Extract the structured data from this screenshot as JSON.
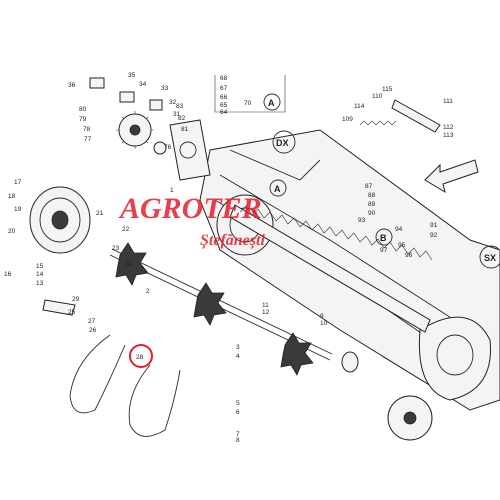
{
  "watermark": {
    "line1": "AGROTER",
    "line2": "Ştefăneşti",
    "color": "#e41e2b"
  },
  "callouts": {
    "A": "A",
    "B": "B",
    "DX": "DX",
    "SX": "SX"
  },
  "highlight_color": "#e41e2b",
  "part_numbers": [
    "36",
    "35",
    "34",
    "33",
    "32",
    "31",
    "80",
    "79",
    "78",
    "77",
    "76",
    "83",
    "82",
    "81",
    "68",
    "67",
    "66",
    "65",
    "64",
    "70",
    "110",
    "111",
    "114",
    "109",
    "112",
    "113",
    "115",
    "17",
    "18",
    "19",
    "20",
    "21",
    "22",
    "23",
    "24",
    "25",
    "26",
    "27",
    "28",
    "16",
    "15",
    "14",
    "13",
    "2",
    "29",
    "1",
    "87",
    "88",
    "89",
    "90",
    "91",
    "92",
    "93",
    "94",
    "95",
    "96",
    "97",
    "3",
    "4",
    "5",
    "6",
    "7",
    "8",
    "9",
    "10",
    "11",
    "12"
  ]
}
